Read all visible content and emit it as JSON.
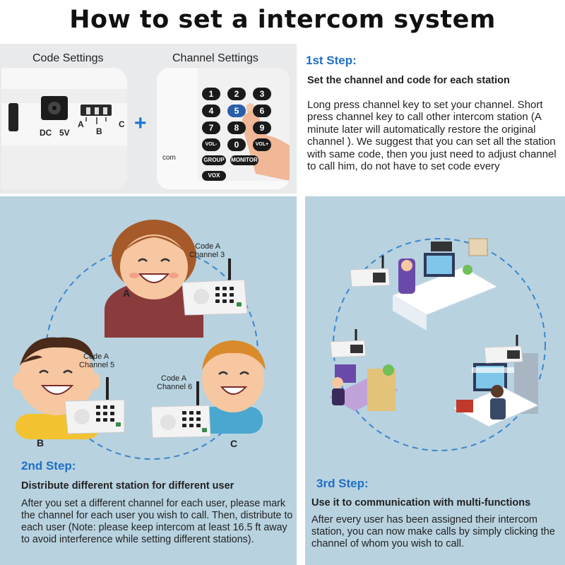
{
  "title": "How to set a intercom system",
  "captions": {
    "code": "Code Settings",
    "channel": "Channel Settings"
  },
  "device_labels": {
    "dc": "DC",
    "v5": "5V",
    "a": "A",
    "b": "B",
    "c": "C",
    "keys": [
      "1",
      "2",
      "3",
      "4",
      "5",
      "6",
      "7",
      "8",
      "9",
      "VOL-",
      "0",
      "VOL+"
    ],
    "group": "GROUP",
    "monitor": "MONITOR",
    "vox": "VOX",
    "com": "com"
  },
  "step1": {
    "title": "1st Step:",
    "subtitle": "Set the channel and code for each station",
    "body": "Long press channel key to set your channel. Short press channel key to call other intercom station (A minute later will automatically restore the original channel ). We suggest that you can set all the station with same code, then you just need to adjust channel to call him, do not have to set code every"
  },
  "users": [
    {
      "code": "Code A",
      "channel": "Channel 3",
      "letter": "A"
    },
    {
      "code": "Code A",
      "channel": "Channel 5",
      "letter": "B"
    },
    {
      "code": "Code A",
      "channel": "Channel 6",
      "letter": "C"
    }
  ],
  "step2": {
    "title": "2nd Step:",
    "subtitle": "Distribute different station for different user",
    "body": "After you set a different channel for each user, please mark the channel for each user you wish to call. Then, distribute to each user (Note: please keep intercom at least 16.5 ft away to avoid interference while setting  different stations)."
  },
  "step3": {
    "title": "3rd Step:",
    "subtitle": "Use it to communication with multi-functions",
    "body": "After every user has been assigned their intercom station, you can now make calls by simply clicking the channel of whom you wish to call."
  },
  "colors": {
    "accent": "#1f6fc5",
    "panel": "#b8d2e0",
    "plus": "#1f78d1",
    "dash": "#3c86c9",
    "hair_a": "#a65a2a",
    "shirt_a": "#8a3b3b",
    "hair_b": "#4a2a1a",
    "shirt_b": "#f2c230",
    "hair_c": "#d98a2b",
    "shirt_c": "#4aa7cf"
  }
}
